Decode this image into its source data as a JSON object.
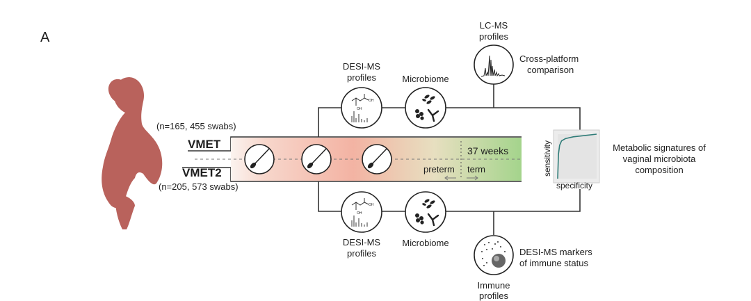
{
  "panel_label": "A",
  "cohort_top": {
    "name": "VMET",
    "count": "(n=165, 455 swabs)"
  },
  "cohort_bottom": {
    "name": "VMET2",
    "count": "(n=205, 573 swabs)"
  },
  "timeline": {
    "marker": "37 weeks",
    "preterm": "preterm",
    "term": "term"
  },
  "top_branch": {
    "desi_label_1": "DESI-MS",
    "desi_label_2": "profiles",
    "microbiome_label": "Microbiome",
    "lcms_label_1": "LC-MS",
    "lcms_label_2": "profiles",
    "cross_label_1": "Cross-platform",
    "cross_label_2": "comparison"
  },
  "bottom_branch": {
    "desi_label_1": "DESI-MS",
    "desi_label_2": "profiles",
    "microbiome_label": "Microbiome",
    "immune_label_1": "Immune",
    "immune_label_2": "profiles",
    "markers_label_1": "DESI-MS markers",
    "markers_label_2": "of immune status"
  },
  "roc": {
    "y_label": "sensitivity",
    "x_label": "specificity",
    "curve": [
      [
        0,
        0
      ],
      [
        0.02,
        0.55
      ],
      [
        0.05,
        0.75
      ],
      [
        0.1,
        0.85
      ],
      [
        0.2,
        0.9
      ],
      [
        0.4,
        0.94
      ],
      [
        0.7,
        0.97
      ],
      [
        1,
        1
      ]
    ]
  },
  "outcome": {
    "line1": "Metabolic signatures of",
    "line2": "vaginal microbiota",
    "line3": "composition"
  },
  "chem": {
    "oh": "OH",
    "oh_small": "OH"
  },
  "colors": {
    "silhouette": "#b9625c",
    "band_left": "#f9e8e0",
    "band_mid": "#f2b8a8",
    "band_right": "#a5d68e",
    "line": "#333333"
  }
}
